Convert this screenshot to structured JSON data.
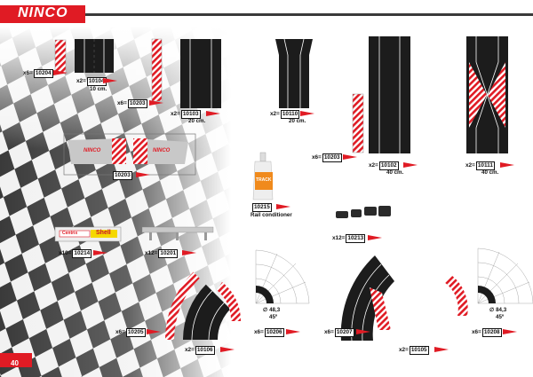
{
  "brand": "NINCO",
  "page_number": "40",
  "items": [
    {
      "id": "item-10204",
      "qty": "x6=",
      "code": "10204"
    },
    {
      "id": "item-10104",
      "qty": "x2=",
      "code": "10104",
      "length": "10 cm."
    },
    {
      "id": "item-10203a",
      "qty": "x6=",
      "code": "10203"
    },
    {
      "id": "item-10103",
      "qty": "x2=",
      "code": "10103",
      "length": "20 cm."
    },
    {
      "id": "item-10110",
      "qty": "x2=",
      "code": "10110",
      "length": "20 cm."
    },
    {
      "id": "item-10203b",
      "qty": "x6=",
      "code": "10203"
    },
    {
      "id": "item-10102",
      "qty": "x2=",
      "code": "10102",
      "length": "40 cm."
    },
    {
      "id": "item-10111",
      "qty": "x2=",
      "code": "10111",
      "length": "40 cm."
    },
    {
      "id": "item-10203c",
      "qty": "",
      "code": "10203"
    },
    {
      "id": "item-10215",
      "qty": "",
      "code": "10215",
      "note": "Rail conditioner"
    },
    {
      "id": "item-10213",
      "qty": "x12=",
      "code": "10213"
    },
    {
      "id": "item-10214",
      "qty": "x10=",
      "code": "10214"
    },
    {
      "id": "item-10201",
      "qty": "x12=",
      "code": "10201"
    },
    {
      "id": "item-10205",
      "qty": "x6=",
      "code": "10205"
    },
    {
      "id": "item-10106",
      "qty": "x2=",
      "code": "10106"
    },
    {
      "id": "item-10206",
      "qty": "x6=",
      "code": "10206"
    },
    {
      "id": "item-10207",
      "qty": "x6=",
      "code": "10207"
    },
    {
      "id": "item-10105",
      "qty": "x2=",
      "code": "10105"
    },
    {
      "id": "item-10208",
      "qty": "x6=",
      "code": "10208"
    }
  ],
  "curve_small": {
    "diameter": "∅ 48,3",
    "angle": "45º"
  },
  "curve_large": {
    "diameter": "∅ 84,3",
    "angle": "45º"
  },
  "barrier_text": "NINCO",
  "product_text": "TRACK",
  "bridge_text_1": "Centrix",
  "bridge_text_2": "Shell",
  "colors": {
    "red": "#e01b24",
    "track": "#1c1c1c",
    "grey": "#c8c8c8"
  }
}
